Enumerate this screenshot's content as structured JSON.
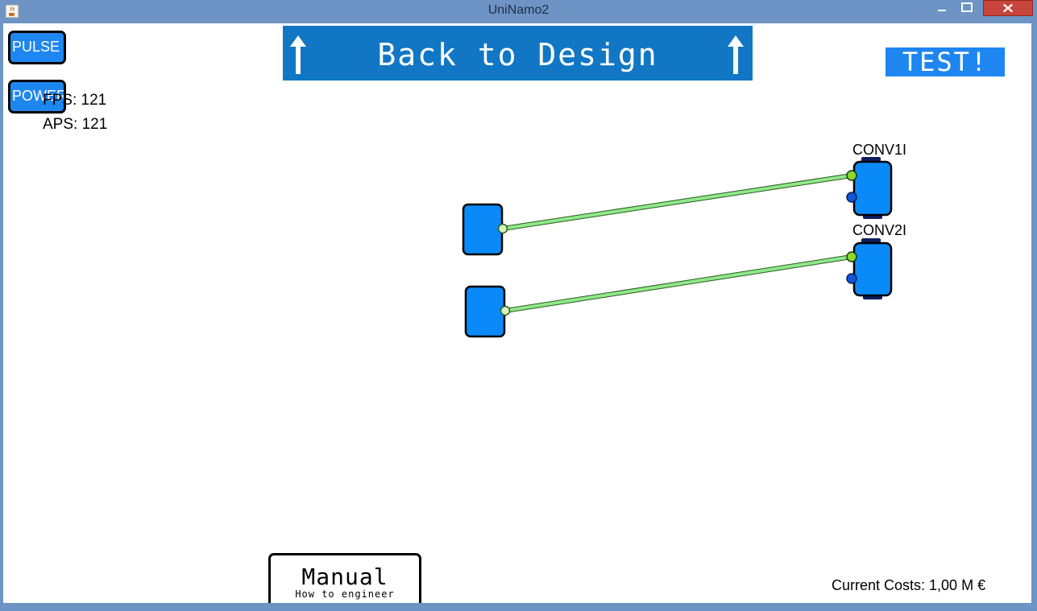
{
  "window": {
    "title": "UniNamo2",
    "app_icon": "java-coffee-icon",
    "controls": [
      "minimize-icon",
      "maximize-icon",
      "close-icon"
    ]
  },
  "sidebar": {
    "pulse_label": "PULSE",
    "power_label": "POWER"
  },
  "stats": {
    "fps": "FPS: 121",
    "aps": "APS: 121"
  },
  "header": {
    "back_label": "Back to Design",
    "back_icons": [
      "arrow-up-icon",
      "arrow-up-icon"
    ],
    "test_label": "TEST!"
  },
  "nodes": {
    "conv1_label": "CONV1I",
    "conv2_label": "CONV2I"
  },
  "footer": {
    "manual_title": "Manual",
    "manual_subtitle": "How to engineer",
    "costs": "Current Costs: 1,00 M €"
  },
  "colors": {
    "accent_blue": "#1e86f0",
    "header_blue": "#1177c4",
    "wire_green": "#8fe88a",
    "titlebar": "#6d94c4",
    "close_red": "#c7453a"
  }
}
